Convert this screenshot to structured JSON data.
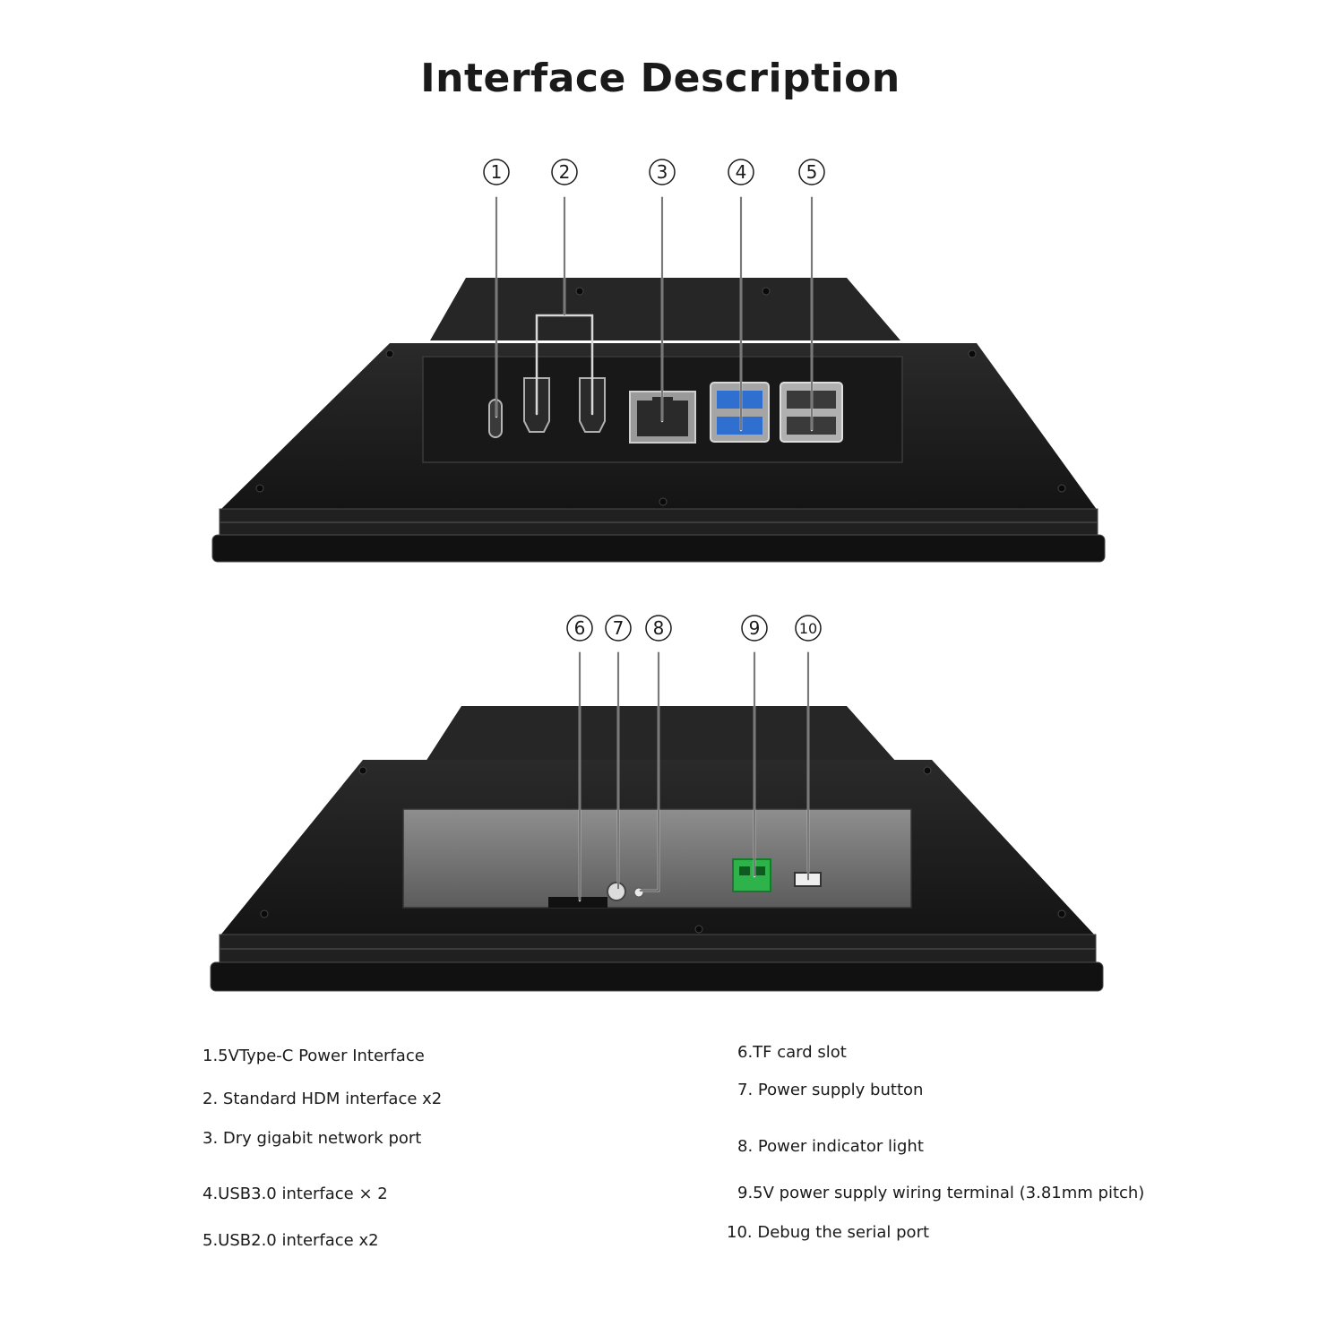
{
  "title": "Interface Description",
  "colors": {
    "panel": "#1c1c1c",
    "panel_edge": "#3a3a3a",
    "housing_back": "#2b2b2b",
    "terminal": "#2db34a"
  },
  "callouts": {
    "top": [
      "1",
      "2",
      "3",
      "4",
      "5"
    ],
    "bottom": [
      "6",
      "7",
      "8",
      "9",
      "10"
    ]
  },
  "legend": {
    "left": [
      "1.5VType-C Power Interface",
      "2. Standard HDM interface x2",
      "3. Dry gigabit network port",
      "4.USB3.0 interface × 2",
      "5.USB2.0 interface x2"
    ],
    "right": [
      "6.TF card slot",
      "7. Power supply button",
      "8. Power indicator light",
      "9.5V power supply wiring terminal (3.81mm pitch)",
      "10. Debug the serial port"
    ]
  }
}
